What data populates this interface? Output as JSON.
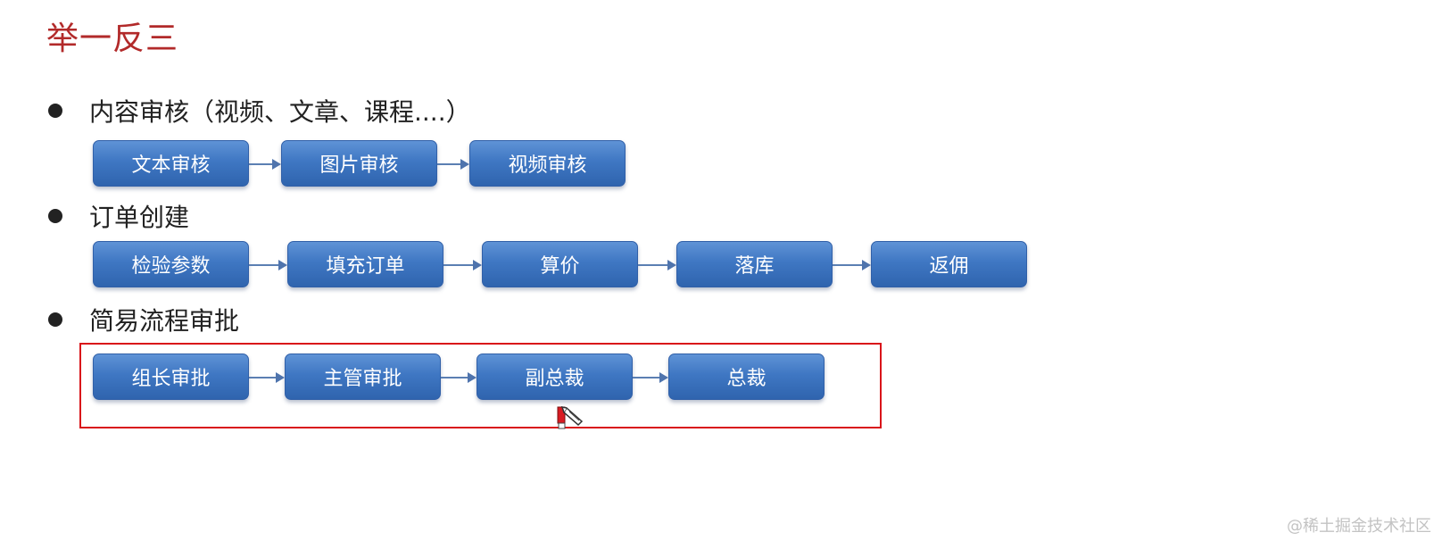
{
  "page": {
    "title": "举一反三",
    "watermark": "@稀土掘金技术社区"
  },
  "sections": [
    {
      "heading": "内容审核（视频、文章、课程....）",
      "steps": [
        "文本审核",
        "图片审核",
        "视频审核"
      ]
    },
    {
      "heading": "订单创建",
      "steps": [
        "检验参数",
        "填充订单",
        "算价",
        "落库",
        "返佣"
      ]
    },
    {
      "heading": "简易流程审批",
      "steps": [
        "组长审批",
        "主管审批",
        "副总裁",
        "总裁"
      ]
    }
  ],
  "colors": {
    "title": "#b22a2a",
    "step_fill": "#3f77c3",
    "highlight_border": "#d9141a"
  },
  "icons": {
    "bullet": "filled-circle",
    "cursor": "pen-cursor-icon"
  }
}
